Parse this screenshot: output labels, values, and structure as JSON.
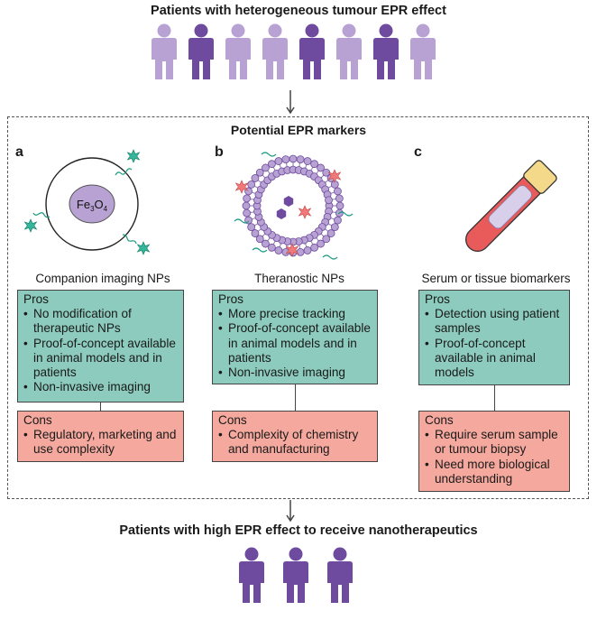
{
  "top_title": "Patients with heterogeneous tumour EPR effect",
  "section_title": "Potential EPR markers",
  "bottom_title": "Patients with high EPR effect to receive nanotherapeutics",
  "colors": {
    "dark_purple": "#6e4b9e",
    "light_purple": "#b7a2d3",
    "pros": "#8ccbbd",
    "cons": "#f5a99e"
  },
  "top_patients": [
    "light",
    "dark",
    "light",
    "light",
    "dark",
    "light",
    "dark",
    "light"
  ],
  "bottom_patients": [
    "dark",
    "dark",
    "dark"
  ],
  "panels": [
    {
      "letter": "a",
      "caption": "Companion imaging NPs",
      "core_label": "Fe",
      "core_sub1": "3",
      "core_o": "O",
      "core_sub2": "4",
      "pros_title": "Pros",
      "pros": [
        "No modification of therapeutic NPs",
        "Proof-of-concept available in animal models and in patients",
        "Non-invasive imaging"
      ],
      "cons_title": "Cons",
      "cons": [
        "Regulatory, marketing and use complexity"
      ]
    },
    {
      "letter": "b",
      "caption": "Theranostic NPs",
      "pros_title": "Pros",
      "pros": [
        "More precise tracking",
        "Proof-of-concept available in animal models and in patients",
        "Non-invasive imaging"
      ],
      "cons_title": "Cons",
      "cons": [
        "Complexity of chemistry and manufacturing"
      ]
    },
    {
      "letter": "c",
      "caption": "Serum or tissue biomarkers",
      "pros_title": "Pros",
      "pros": [
        "Detection using patient samples",
        "Proof-of-concept available in animal models"
      ],
      "cons_title": "Cons",
      "cons": [
        "Require serum sample or tumour biopsy",
        "Need more biological understanding"
      ]
    }
  ]
}
